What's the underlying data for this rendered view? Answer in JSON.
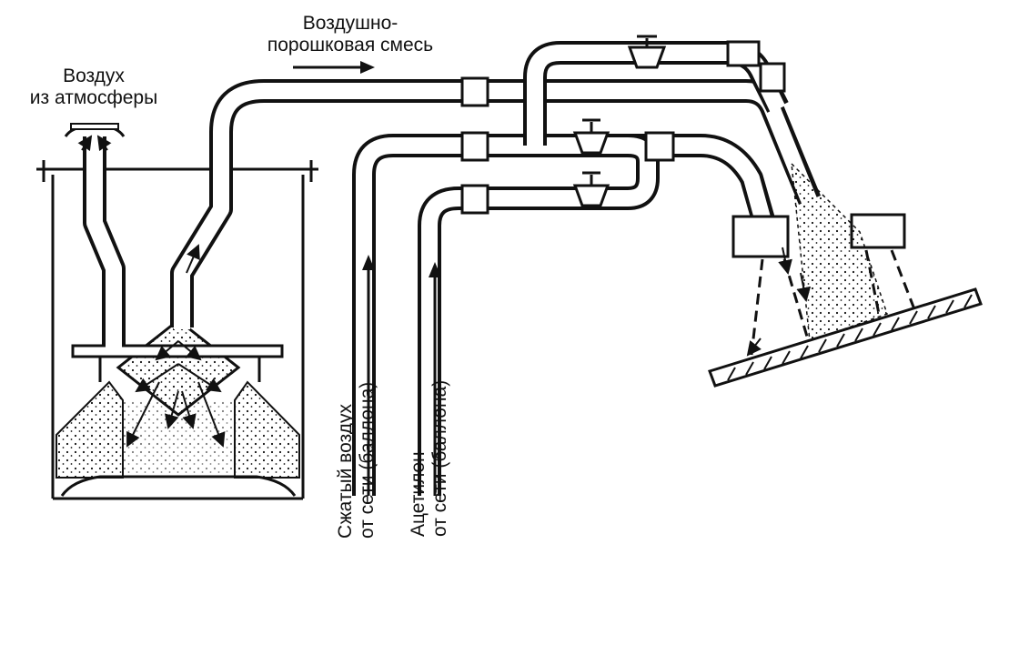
{
  "labels": {
    "air_from_atmosphere_line1": "Воздух",
    "air_from_atmosphere_line2": "из атмосферы",
    "mixture_line1": "Воздушно-",
    "mixture_line2": "порошковая смесь",
    "compressed_air_line1": "Сжатый воздух",
    "compressed_air_line2": "от сети (баллона)",
    "acetylene_line1": "Ацетилен",
    "acetylene_line2": "от сети (баллона)"
  },
  "colors": {
    "ink": "#111111",
    "background": "#ffffff"
  }
}
